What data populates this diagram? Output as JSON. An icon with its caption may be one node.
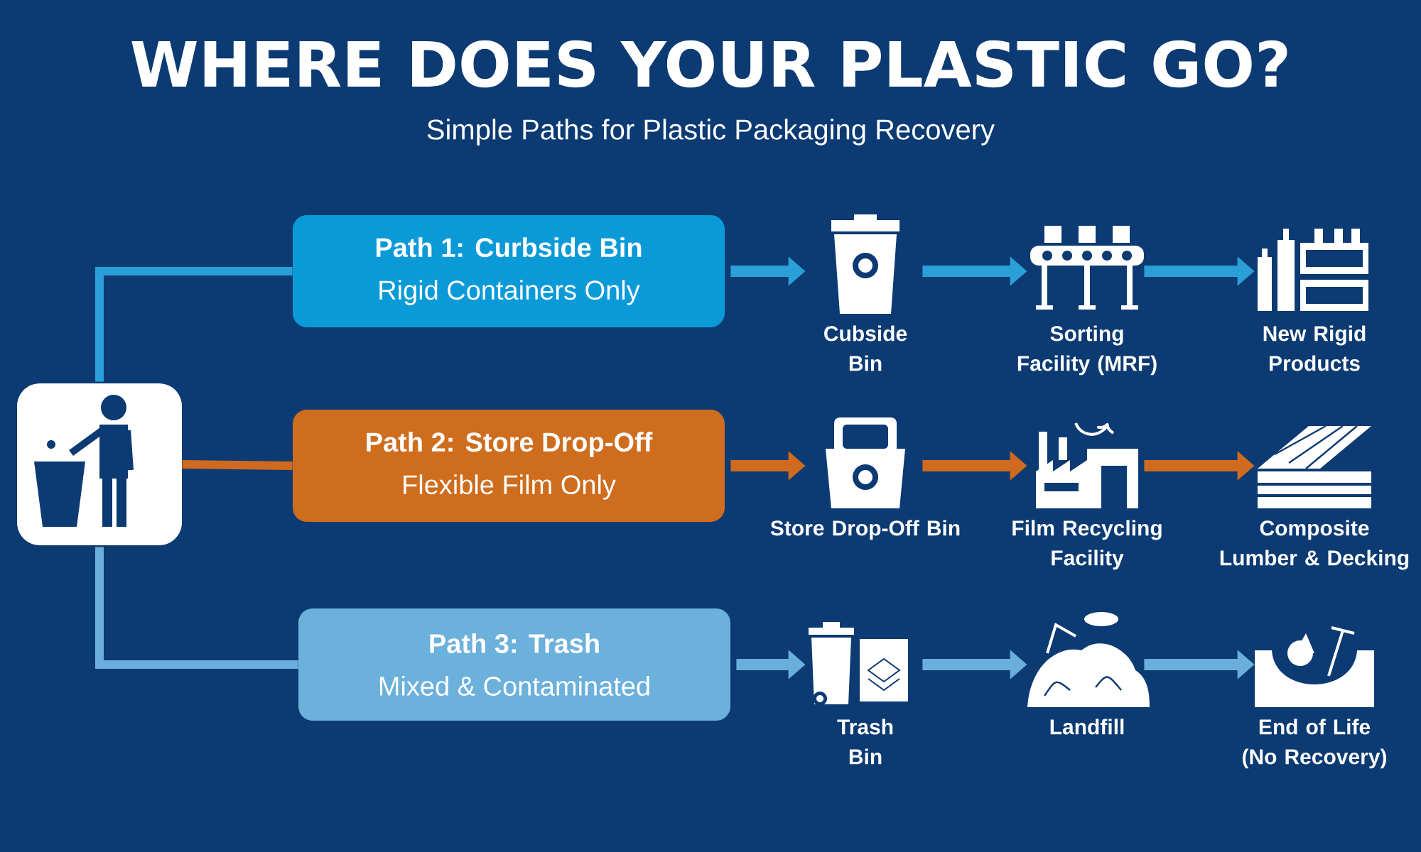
{
  "diagram": {
    "title": "WHERE DOES YOUR PLASTIC GO?",
    "caption": "Simple Paths for Plastic Packaging Recovery",
    "nodes": [
      {
        "text": [],
        "shape": "picture"
      },
      {
        "text": [
          "Path 1: Curbside Bin",
          "Rigid Containers Only"
        ]
      },
      {
        "text": [
          "Path 2: Store Drop-Off",
          "Flexible Film Only"
        ]
      },
      {
        "text": [
          "Path 3: Trash",
          "Mixed & Contaminated"
        ]
      },
      {
        "text": [],
        "shape": "picture",
        "beside": [
          "Cubside Bin"
        ]
      },
      {
        "text": [],
        "shape": "picture",
        "beside": [
          "Sorting Facility (MRF)"
        ]
      },
      {
        "text": [],
        "shape": "picture",
        "beside": [
          "New Rigid Products"
        ]
      },
      {
        "text": [],
        "shape": "picture",
        "beside": [
          "Store Drop-Off Bin"
        ]
      },
      {
        "text": [],
        "shape": "picture",
        "beside": [
          "Film Recycling Facility"
        ]
      },
      {
        "text": [],
        "shape": "picture",
        "beside": [
          "Composite Lumber & Decking"
        ]
      },
      {
        "text": [],
        "shape": "picture",
        "beside": [
          "Trash Bin"
        ]
      },
      {
        "text": [],
        "shape": "picture",
        "beside": [
          "Landfill"
        ]
      },
      {
        "text": [],
        "shape": "picture",
        "beside": [
          "End of Life (No Recovery)"
        ]
      }
    ],
    "edges": [
      {
        "from": 0,
        "to": 1,
        "arrow": "none",
        "color": "#2a9fd8"
      },
      {
        "from": 0,
        "to": 2,
        "arrow": "none",
        "color": "#d06a1e"
      },
      {
        "from": 0,
        "to": 3,
        "arrow": "none",
        "color": "#6aafdc"
      },
      {
        "from": 1,
        "to": 4,
        "arrow": "to",
        "color": "#2a9fd8"
      },
      {
        "from": 4,
        "to": 5,
        "arrow": "to",
        "color": "#2a9fd8"
      },
      {
        "from": 5,
        "to": 6,
        "arrow": "to",
        "color": "#2a9fd8"
      },
      {
        "from": 2,
        "to": 7,
        "arrow": "to",
        "color": "#d06a1e"
      },
      {
        "from": 7,
        "to": 8,
        "arrow": "to",
        "color": "#d06a1e"
      },
      {
        "from": 8,
        "to": 9,
        "arrow": "to",
        "color": "#d06a1e"
      },
      {
        "from": 3,
        "to": 10,
        "arrow": "to",
        "color": "#6aafdc"
      },
      {
        "from": 10,
        "to": 11,
        "arrow": "to",
        "color": "#6aafdc"
      },
      {
        "from": 11,
        "to": 12,
        "arrow": "to",
        "color": "#6aafdc"
      }
    ]
  }
}
